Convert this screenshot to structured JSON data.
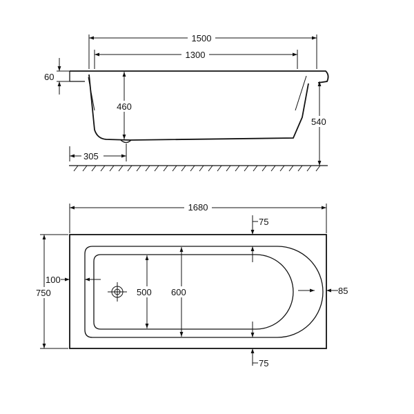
{
  "side_view": {
    "overall_length": "1500",
    "inner_length": "1300",
    "rim_height": "60",
    "inner_depth": "460",
    "total_height": "540",
    "waste_offset": "305"
  },
  "plan_view": {
    "overall_length": "1680",
    "overall_width": "750",
    "end_margin": "100",
    "inner_width": "500",
    "outer_inner_width": "600",
    "rim_top": "75",
    "rim_bottom": "75",
    "rim_end": "85"
  }
}
